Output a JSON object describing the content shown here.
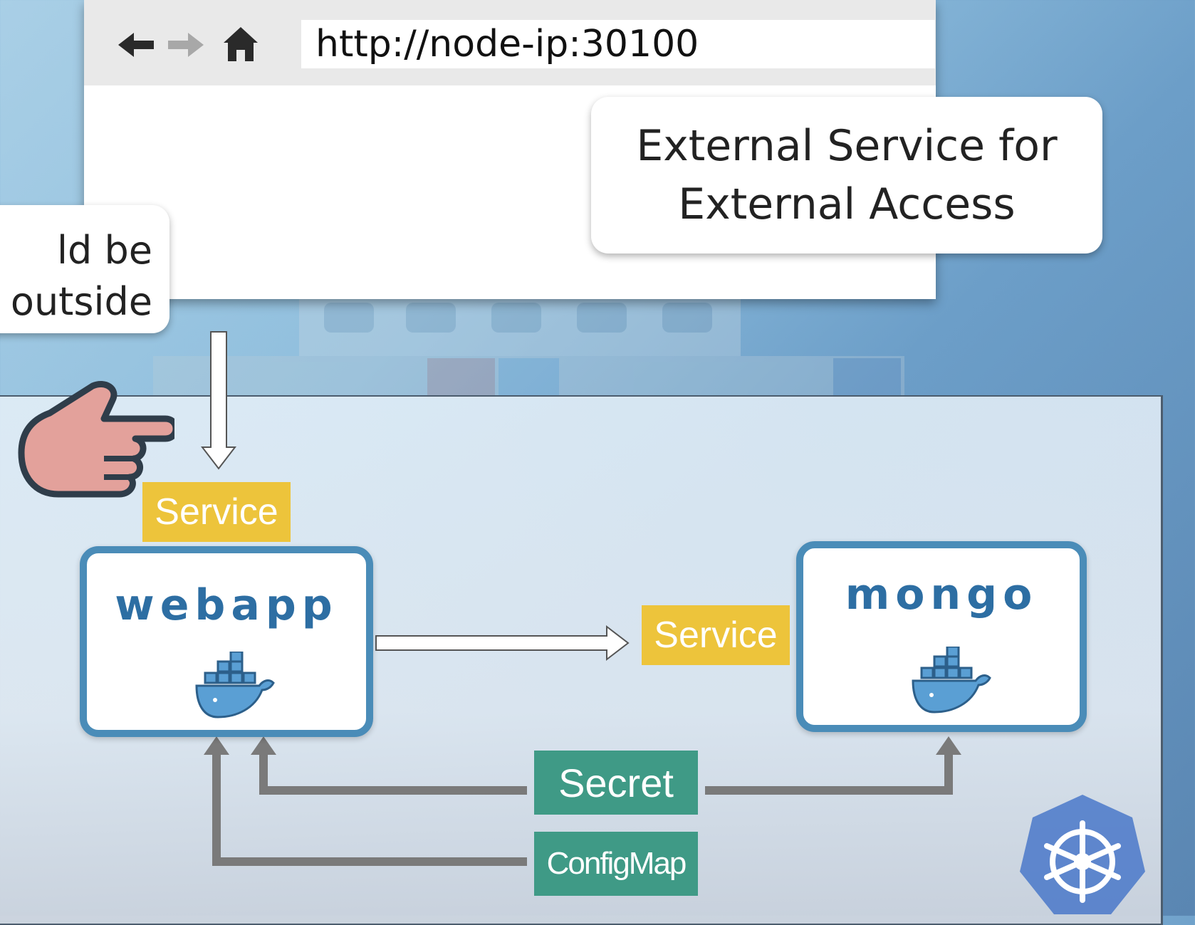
{
  "browser": {
    "back_icon": "back-arrow-icon",
    "forward_icon": "forward-arrow-icon",
    "home_icon": "home-icon",
    "url": "http://node-ip:30100"
  },
  "callouts": {
    "main_line1": "External Service for",
    "main_line2": "External Access",
    "left_line1": "ld be",
    "left_line2": "outside"
  },
  "components": {
    "webapp": {
      "label": "webapp",
      "icon": "docker-whale-icon"
    },
    "mongo": {
      "label": "mongo",
      "icon": "docker-whale-icon"
    }
  },
  "services": {
    "webapp_service": "Service",
    "mongo_service": "Service"
  },
  "config": {
    "secret": "Secret",
    "configmap": "ConfigMap"
  },
  "icons": {
    "pointer": "pointing-hand-icon",
    "kubernetes": "kubernetes-wheel-icon"
  },
  "colors": {
    "service_tag": "#edc43b",
    "config_tag": "#3f9a86",
    "component_border": "#4a8cb8",
    "component_label": "#2d6ea3",
    "connector": "#7a7a7a",
    "hand": "#e3a19b"
  }
}
